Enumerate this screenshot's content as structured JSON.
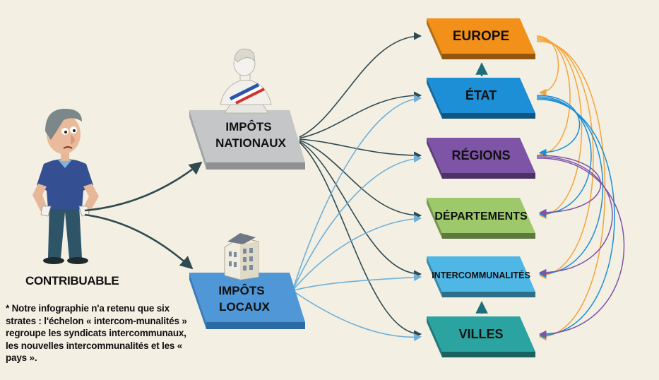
{
  "contributor": {
    "label": "CONTRIBUABLE"
  },
  "sources": [
    {
      "id": "nationaux",
      "line1": "IMPÔTS",
      "line2": "NATIONAUX",
      "icon": "marianne-bust-icon"
    },
    {
      "id": "locaux",
      "line1": "IMPÔTS",
      "line2": "LOCAUX",
      "icon": "building-icon"
    }
  ],
  "strata": [
    {
      "id": "europe",
      "label": "EUROPE",
      "color": "#f39019"
    },
    {
      "id": "etat",
      "label": "ÉTAT",
      "color": "#1c8fd6"
    },
    {
      "id": "regions",
      "label": "RÉGIONS",
      "color": "#7e55a6"
    },
    {
      "id": "departements",
      "label": "DÉPARTEMENTS",
      "color": "#9dc96b"
    },
    {
      "id": "intercommunalites",
      "label": "INTERCOMMUNALITÉS",
      "color": "#4eb7e5"
    },
    {
      "id": "villes",
      "label": "VILLES",
      "color": "#2aa3a1"
    }
  ],
  "note": "* Notre infographie n'a retenu que six strates : l'échelon « intercom-munalités » regroupe les syndicats intercommunaux, les nouvelles intercommunalités et les « pays ».",
  "colors": {
    "background": "#f3efe3",
    "dark_arrow": "#2f4a50",
    "light_arrow": "#6fb0d8",
    "nationaux_box": "#c4c6c8",
    "locaux_box": "#4f97d7"
  },
  "flows": {
    "contributor_to": [
      "nationaux",
      "locaux"
    ],
    "nationaux_to": [
      "europe",
      "etat",
      "regions",
      "departements",
      "intercommunalites",
      "villes"
    ],
    "locaux_to": [
      "etat",
      "regions",
      "departements",
      "intercommunalites",
      "villes"
    ],
    "europe_to": [
      "etat",
      "regions",
      "departements",
      "intercommunalites",
      "villes"
    ],
    "etat_to": [
      "regions",
      "departements",
      "intercommunalites",
      "villes"
    ],
    "regions_to": [
      "departements",
      "intercommunalites",
      "villes"
    ],
    "vertical": [
      [
        "etat",
        "europe"
      ],
      [
        "villes",
        "intercommunalites"
      ]
    ]
  }
}
